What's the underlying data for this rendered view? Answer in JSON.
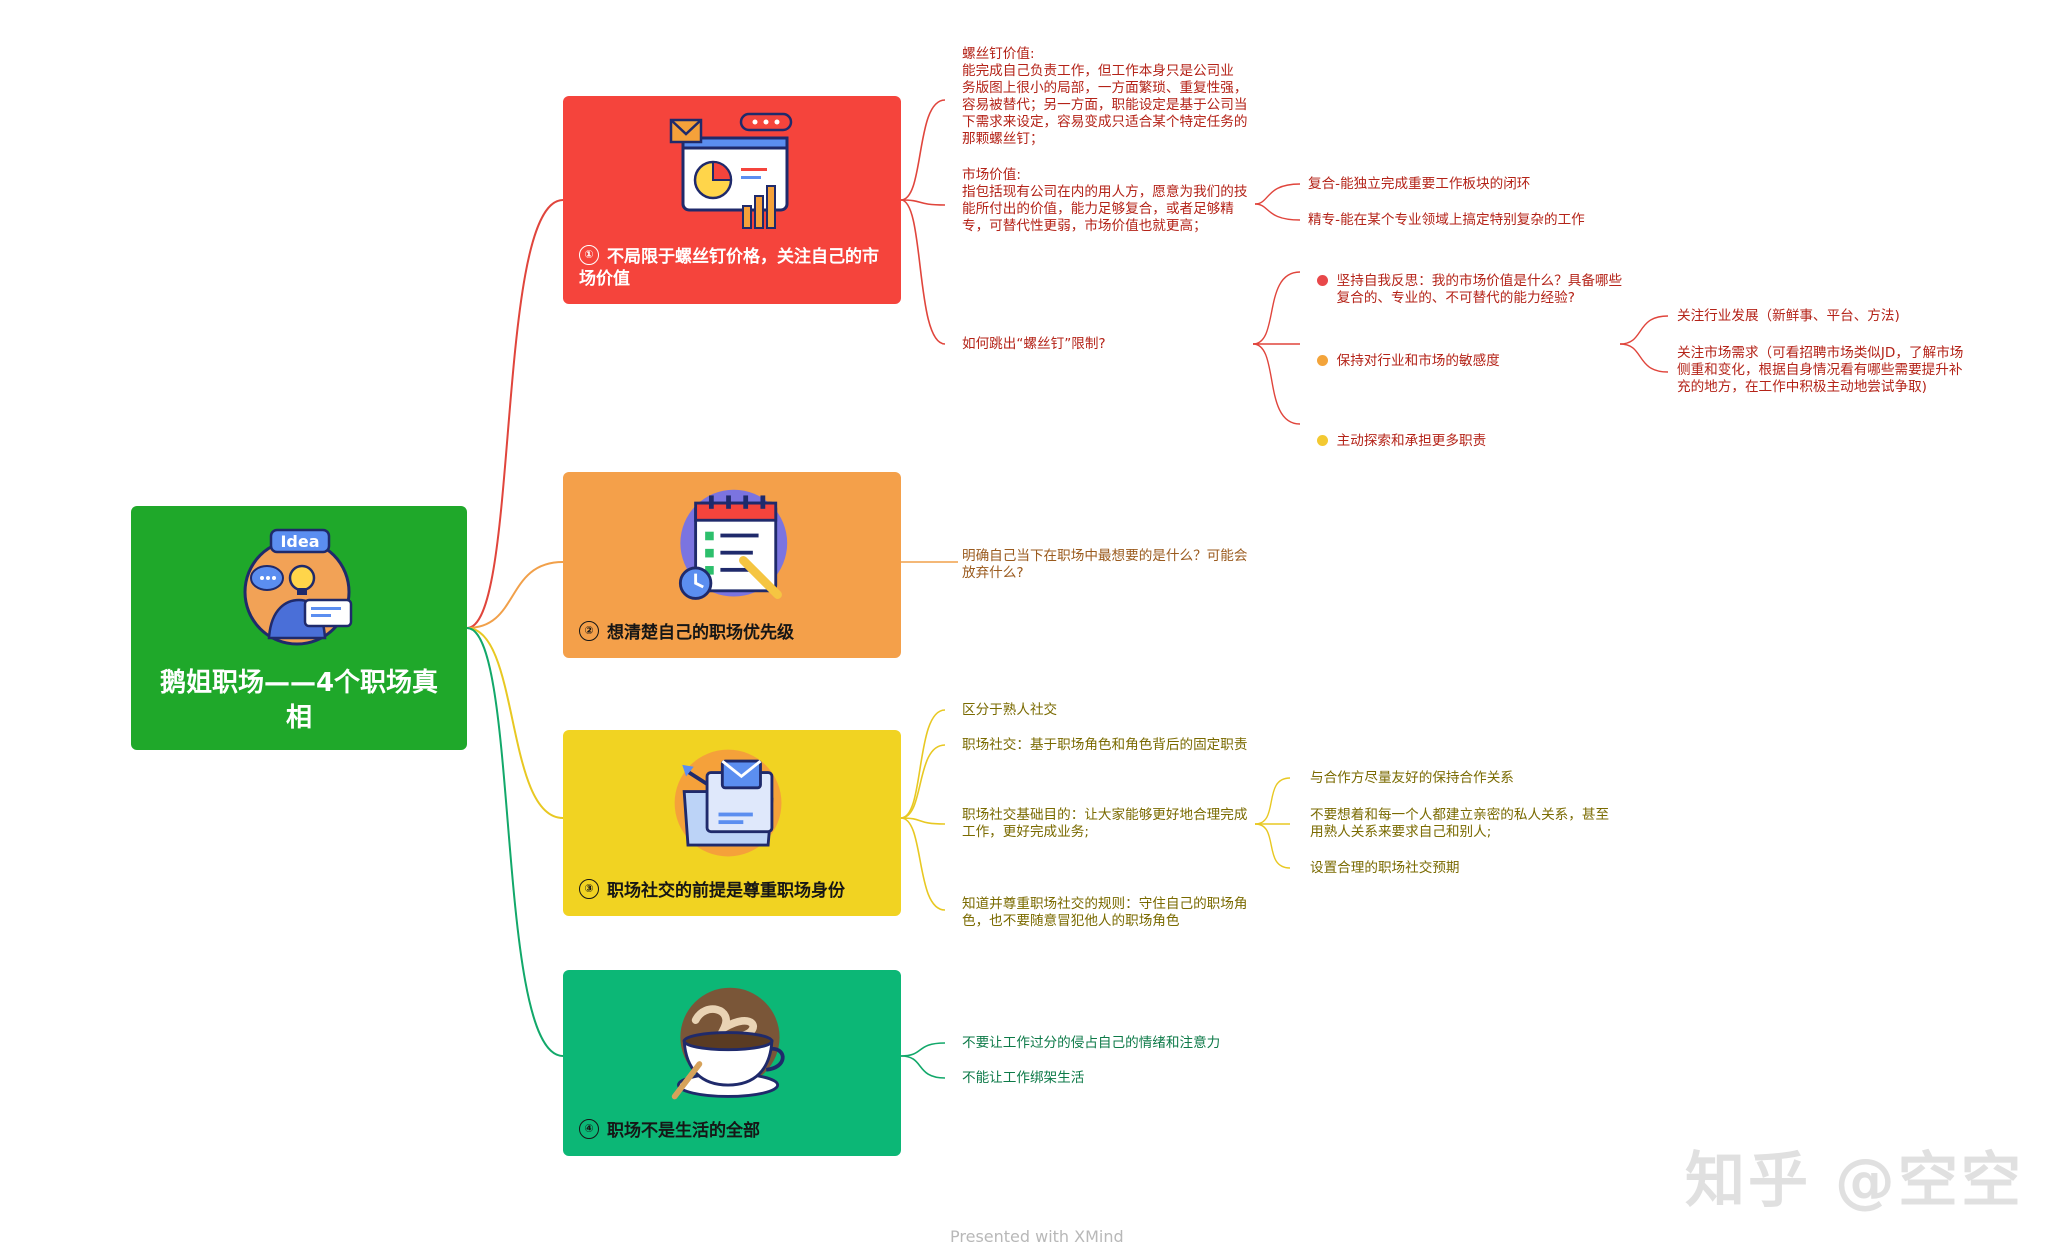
{
  "root": {
    "title": "鹅姐职场——4个职场真相",
    "icon": "idea-lightbulb-icon"
  },
  "branches": [
    {
      "num": "①",
      "title": "不局限于螺丝钉价格，关注自己的市场价值",
      "color": "#f5443c",
      "icon": "presentation-chart-icon"
    },
    {
      "num": "②",
      "title": "想清楚自己的职场优先级",
      "color": "#f4a04a",
      "icon": "calendar-checklist-icon"
    },
    {
      "num": "③",
      "title": "职场社交的前提是尊重职场身份",
      "color": "#f1d322",
      "icon": "folder-mail-icon"
    },
    {
      "num": "④",
      "title": "职场不是生活的全部",
      "color": "#0cb776",
      "icon": "coffee-cup-icon"
    }
  ],
  "b1": {
    "screw": "螺丝钉价值:\n能完成自己负责工作，但工作本身只是公司业\n务版图上很小的局部，一方面繁琐、重复性强，\n容易被替代；另一方面，职能设定是基于公司当\n下需求来设定，容易变成只适合某个特定任务的\n那颗螺丝钉；",
    "market": "市场价值:\n指包括现有公司在内的用人方，愿意为我们的技\n能所付出的价值，能力足够复合，或者足够精\n专，可替代性更弱，市场价值也就更高；",
    "market_children": [
      "复合-能独立完成重要工作板块的闭环",
      "精专-能在某个专业领域上搞定特别复杂的工作"
    ],
    "how": "如何跳出“螺丝钉”限制?",
    "how_children": [
      {
        "text": "坚持自我反思：我的市场价值是什么？具备哪些\n复合的、专业的、不可替代的能力经验?",
        "dot": "#e8484a"
      },
      {
        "text": "保持对行业和市场的敏感度",
        "dot": "#f3a43b"
      },
      {
        "text": "主动探索和承担更多职责",
        "dot": "#f3c932"
      }
    ],
    "sense_children": [
      "关注行业发展（新鲜事、平台、方法)",
      "关注市场需求（可看招聘市场类似JD，了解市场\n侧重和变化，根据自身情况看有哪些需要提升补\n充的地方，在工作中积极主动地尝试争取)"
    ]
  },
  "b2": {
    "items": [
      "明确自己当下在职场中最想要的是什么？可能会\n放弃什么?"
    ]
  },
  "b3": {
    "items": [
      "区分于熟人社交",
      "职场社交：基于职场角色和角色背后的固定职责",
      "职场社交基础目的：让大家能够更好地合理完成\n工作，更好完成业务;",
      "知道并尊重职场社交的规则：守住自己的职场角\n色，也不要随意冒犯他人的职场角色"
    ],
    "purpose_children": [
      "与合作方尽量友好的保持合作关系",
      "不要想着和每一个人都建立亲密的私人关系，甚至\n用熟人关系来要求自己和别人;",
      "设置合理的职场社交预期"
    ]
  },
  "b4": {
    "items": [
      "不要让工作过分的侵占自己的情绪和注意力",
      "不能让工作绑架生活"
    ]
  },
  "footer": "Presented with XMind",
  "watermark": "知乎 @空空"
}
